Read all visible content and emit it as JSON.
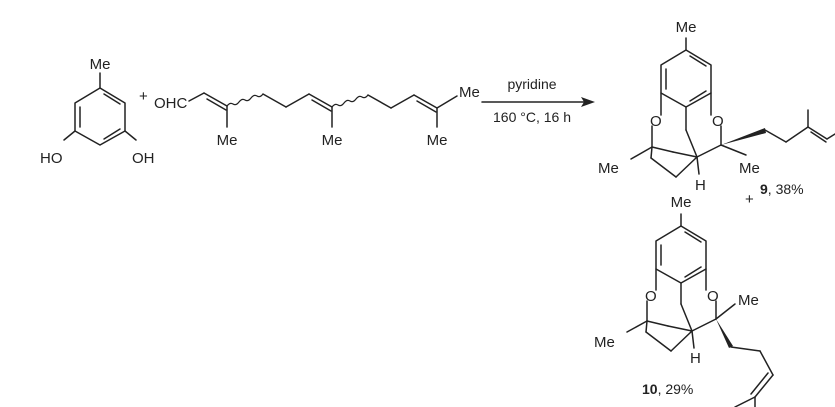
{
  "reactant_1": {
    "substituent_top": "Me",
    "hydroxyl_left": "HO",
    "hydroxyl_right": "OH"
  },
  "plus_sign": "+",
  "reactant_2": {
    "aldehyde": "OHC",
    "methyl_1": "Me",
    "methyl_2": "Me",
    "methyl_3": "Me",
    "methyl_4": "Me"
  },
  "conditions": {
    "reagent": "pyridine",
    "temp_time": "160 °C, 16 h"
  },
  "product_9": {
    "methyl_top": "Me",
    "oxygen_left": "O",
    "oxygen_right": "O",
    "methyl_left": "Me",
    "methyl_right": "Me",
    "hydrogen": "H",
    "compound_number": "9",
    "yield": ", 38%"
  },
  "product_10": {
    "methyl_top": "Me",
    "oxygen_left": "O",
    "oxygen_right": "O",
    "methyl_left": "Me",
    "methyl_right": "Me",
    "hydrogen": "H",
    "compound_number": "10",
    "yield": ", 29%"
  },
  "colors": {
    "ink": "#222222",
    "background": "#ffffff"
  }
}
